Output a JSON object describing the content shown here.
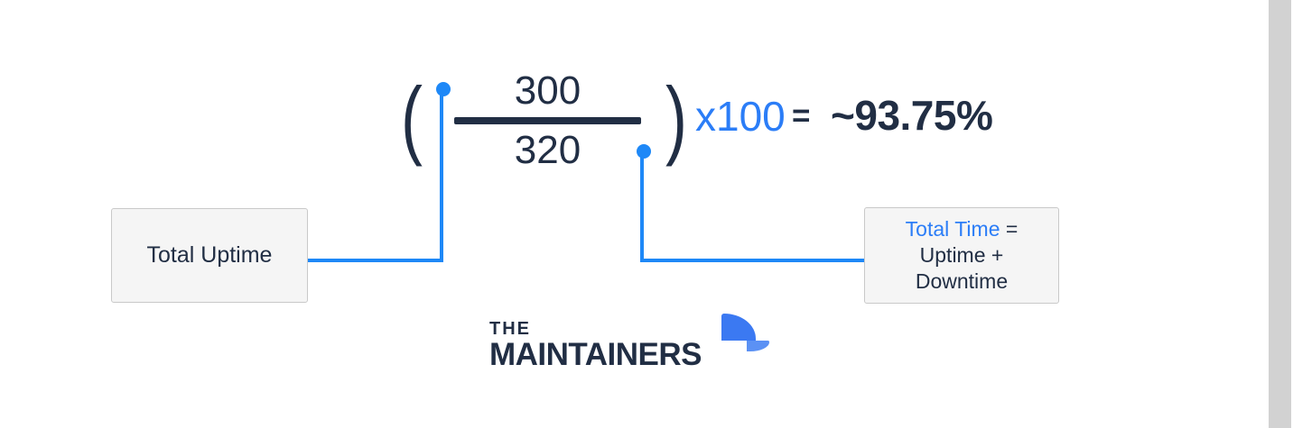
{
  "formula": {
    "open_paren": "(",
    "numerator": "300",
    "denominator": "320",
    "close_paren": ")",
    "multiplier": "x100",
    "equals_sign": "=",
    "result": "~93.75%"
  },
  "callouts": {
    "uptime_label": "Total Uptime",
    "total_time": {
      "highlight": "Total Time",
      "suffix": " =",
      "line2": "Uptime +",
      "line3": "Downtime"
    }
  },
  "logo": {
    "word_top": "THE",
    "word_bottom": "MAINTAINERS",
    "mark_icons": [
      "quarter-circle-icon",
      "rounded-tab-icon"
    ]
  },
  "colors": {
    "accent_blue": "#1e88f7",
    "formula_blue": "#2b7df7",
    "navy": "#212e44",
    "box_bg": "#f5f5f5",
    "box_border": "#c9c9c9",
    "logo_blue": "#3b79f2",
    "logo_blue_light": "#5b91f4",
    "scrollbar_gray": "#d2d2d2"
  }
}
